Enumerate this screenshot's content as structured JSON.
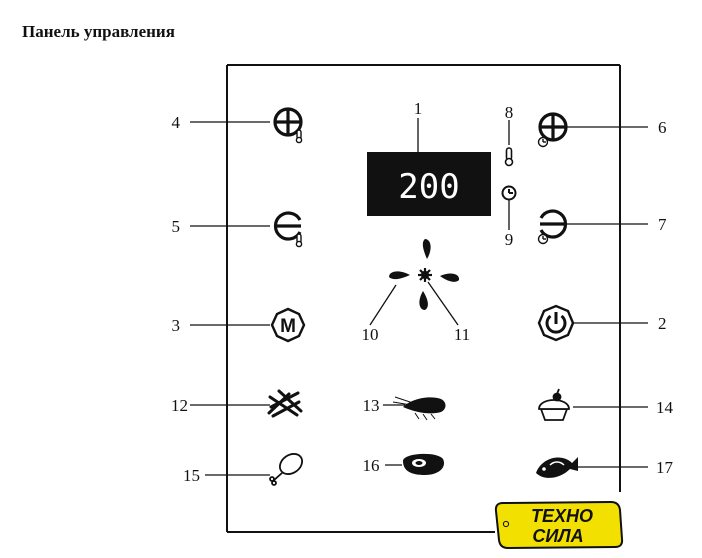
{
  "title": "Панель управления",
  "display": {
    "value": "200"
  },
  "callouts": [
    "1",
    "2",
    "3",
    "4",
    "5",
    "6",
    "7",
    "8",
    "9",
    "10",
    "11",
    "12",
    "13",
    "14",
    "15",
    "16",
    "17"
  ],
  "icons": {
    "c1": "display-panel",
    "c2": "power-icon",
    "c3": "menu-m-icon",
    "c4": "temperature-plus-icon",
    "c5": "temperature-minus-icon",
    "c6": "time-plus-icon",
    "c7": "time-minus-icon",
    "c8": "temperature-indicator-icon",
    "c9": "timer-indicator-icon",
    "c10": "fan-icon",
    "c11": "heating-icon",
    "c12": "fries-icon",
    "c13": "shrimp-icon",
    "c14": "cake-icon",
    "c15": "chicken-leg-icon",
    "c16": "steak-icon",
    "c17": "fish-icon"
  },
  "logo": {
    "line1": "ТЕХНО",
    "line2": "СИЛА"
  },
  "colors": {
    "logo_yellow": "#f2e100",
    "display_bg": "#111111",
    "ink": "#111111"
  }
}
